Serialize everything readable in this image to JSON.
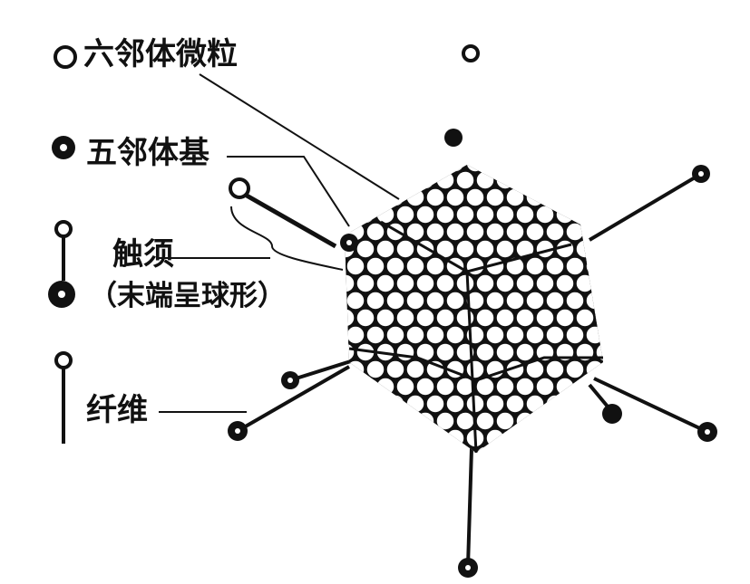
{
  "labels": {
    "hexon": "六邻体微粒",
    "penton_base": "五邻体基",
    "tentacle": "触须",
    "tentacle_note": "（末端呈球形）",
    "fiber": "纤维"
  },
  "colors": {
    "ink": "#111111",
    "paper": "#ffffff"
  }
}
